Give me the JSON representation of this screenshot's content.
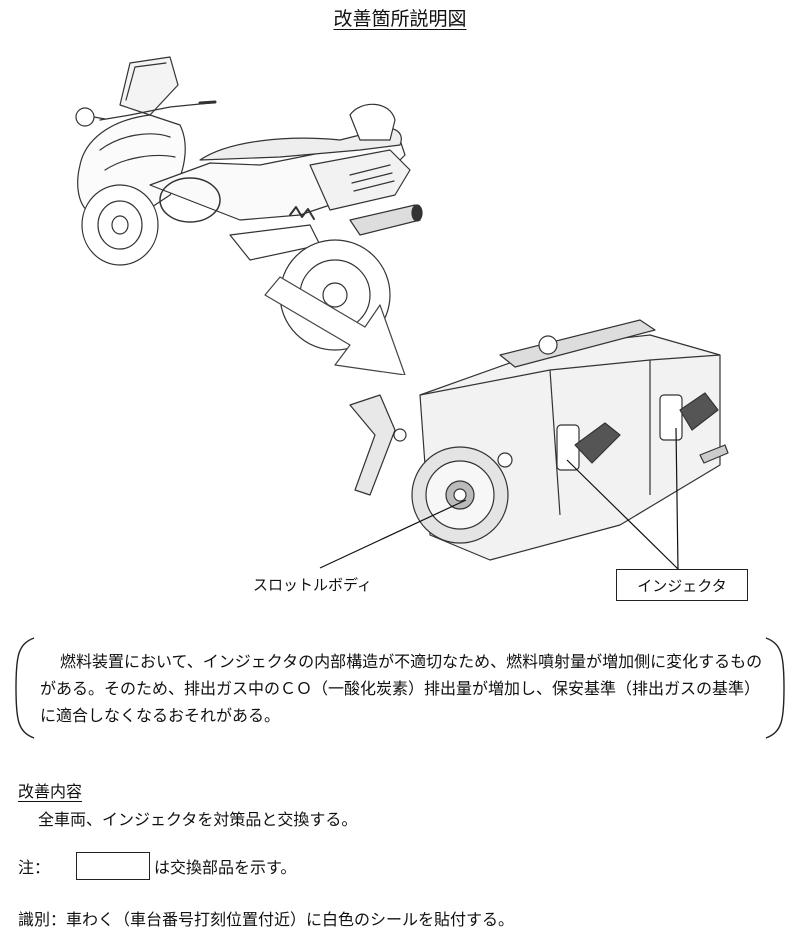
{
  "title": "改善箇所説明図",
  "labels": {
    "throttle_body": "スロットルボディ",
    "injector": "インジェクタ"
  },
  "description": "燃料装置において、インジェクタの内部構造が不適切なため、燃料噴射量が増加側に変化するものがある。そのため、排出ガス中のＣＯ（一酸化炭素）排出量が増加し、保安基準（排出ガスの基準）に適合しなくなるおそれがある。",
  "improvement": {
    "heading": "改善内容",
    "body": "全車両、インジェクタを対策品と交換する。"
  },
  "note": {
    "prefix": "注：",
    "suffix": "は交換部品を示す。"
  },
  "identification": "識別：車わく（車台番号打刻位置付近）に白色のシールを貼付する。"
}
